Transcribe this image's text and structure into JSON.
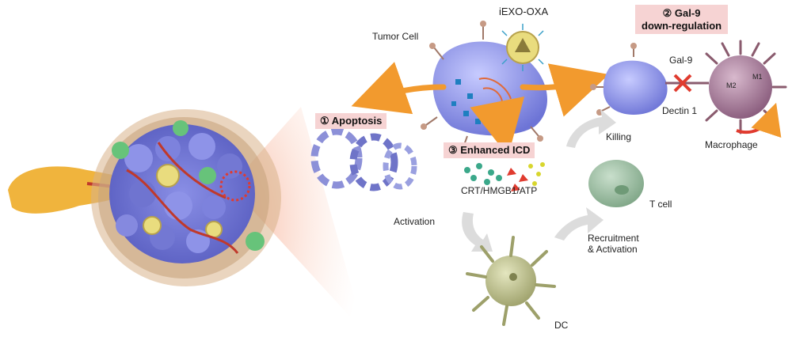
{
  "labels": {
    "tumor_cell": "Tumor Cell",
    "iexo_oxa": "iEXO-OXA",
    "step1": "① Apoptosis",
    "step2_line1": "② Gal-9",
    "step2_line2": "down-regulation",
    "step3": "③ Enhanced ICD",
    "gal9": "Gal-9",
    "dectin1": "Dectin 1",
    "macrophage": "Macrophage",
    "m1": "M1",
    "m2": "M2",
    "killing": "Killing",
    "crt": "CRT/HMGB1/ATP",
    "t_cell": "T cell",
    "activation": "Activation",
    "recruitment_line1": "Recruitment",
    "recruitment_line2": "& Activation",
    "dc": "DC"
  },
  "colors": {
    "arrow_orange": "#f29a2e",
    "cycle_arrow_grey": "#d9d9d9",
    "pill_bg": "#f6d3d3",
    "tumor_cell": "#8f95e6",
    "macrophage": "#9a6f8a",
    "t_cell": "#8fb596",
    "dc": "#b9bd8c",
    "accent_red": "#e03b2f"
  }
}
